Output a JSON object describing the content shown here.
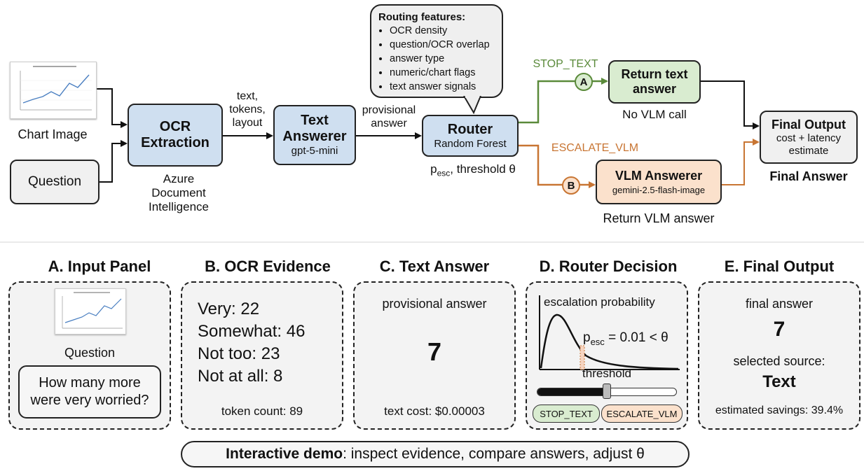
{
  "pipeline": {
    "chart_image_label": "Chart Image",
    "question_label": "Question",
    "ocr": {
      "title": "OCR Extraction",
      "caption": "Azure Document Intelligence"
    },
    "ocr_to_text_label": "text, tokens, layout",
    "text_answerer": {
      "title": "Text Answerer",
      "subtitle": "gpt-5-mini"
    },
    "provisional_label": "provisional answer",
    "router": {
      "title": "Router",
      "subtitle": "Random Forest",
      "caption": "p",
      "caption_sub": "esc",
      "caption_rest": ", threshold θ"
    },
    "features": {
      "title": "Routing features:",
      "items": [
        "OCR density",
        "question/OCR overlap",
        "answer type",
        "numeric/chart flags",
        "text answer signals"
      ]
    },
    "stop_text_label": "STOP_TEXT",
    "escalate_label": "ESCALATE_VLM",
    "marker_a": "A",
    "marker_b": "B",
    "return_text": {
      "title": "Return text answer",
      "caption": "No VLM call"
    },
    "vlm": {
      "title": "VLM Answerer",
      "subtitle": "gemini-2.5-flash-image",
      "caption": "Return VLM answer"
    },
    "final": {
      "title": "Final Output",
      "subtitle": "cost + latency estimate",
      "caption": "Final Answer"
    }
  },
  "panels": {
    "a": {
      "title": "A. Input Panel",
      "question_label": "Question",
      "question_text": "How many more were very worried?"
    },
    "b": {
      "title": "B. OCR Evidence",
      "lines": [
        "Very: 22",
        "Somewhat: 46",
        "Not too: 23",
        "Not at all: 8"
      ],
      "token_count": "token count: 89"
    },
    "c": {
      "title": "C. Text Answer",
      "label": "provisional answer",
      "value": "7",
      "cost": "text cost: $0.00003"
    },
    "d": {
      "title": "D. Router Decision",
      "curve_label": "escalation probability",
      "p_label": "p",
      "p_sub": "esc",
      "p_rest": " = 0.01 < θ",
      "threshold_label": "threshold",
      "threshold_value": 0.5,
      "stop_chip": "STOP_TEXT",
      "escalate_chip": "ESCALATE_VLM"
    },
    "e": {
      "title": "E. Final Output",
      "label": "final answer",
      "value": "7",
      "source_label": "selected source:",
      "source_value": "Text",
      "savings": "estimated savings: 39.4%"
    }
  },
  "footer": {
    "bold": "Interactive demo",
    "rest": ": inspect evidence, compare answers, adjust θ"
  },
  "colors": {
    "blue": "#cfdff0",
    "green": "#d9ecd0",
    "orange": "#fbe1cc",
    "gray": "#f0f0f0",
    "stop_line": "#5a8a3a",
    "escalate_line": "#c87533"
  }
}
